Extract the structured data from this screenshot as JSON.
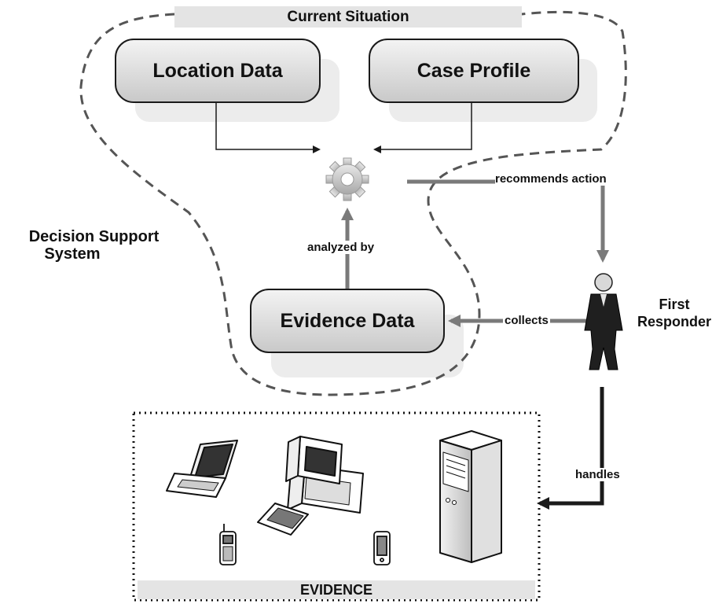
{
  "dss": {
    "banner": "Current Situation",
    "system_label_line1": "Decision Support",
    "system_label_line2": "System",
    "boxes": {
      "location": "Location Data",
      "case": "Case Profile",
      "evidence": "Evidence Data"
    }
  },
  "edges": {
    "recommends": "recommends action",
    "analyzed": "analyzed by",
    "collects": "collects",
    "handles": "handles"
  },
  "actor": {
    "line1": "First",
    "line2": "Responder"
  },
  "evidence_area": {
    "footer": "EVIDENCE"
  },
  "icons": {
    "engine": "gear-icon",
    "actor": "person-icon",
    "devices": [
      "laptop-icon",
      "desktop-computer-icon",
      "server-tower-icon",
      "mobile-phone-icon",
      "smartphone-icon"
    ]
  },
  "colors": {
    "arrow_dark": "#1a1a1a",
    "arrow_grey": "#7a7a7a",
    "box_fill": "#d8d8d8",
    "banner_fill": "#e4e4e4"
  }
}
